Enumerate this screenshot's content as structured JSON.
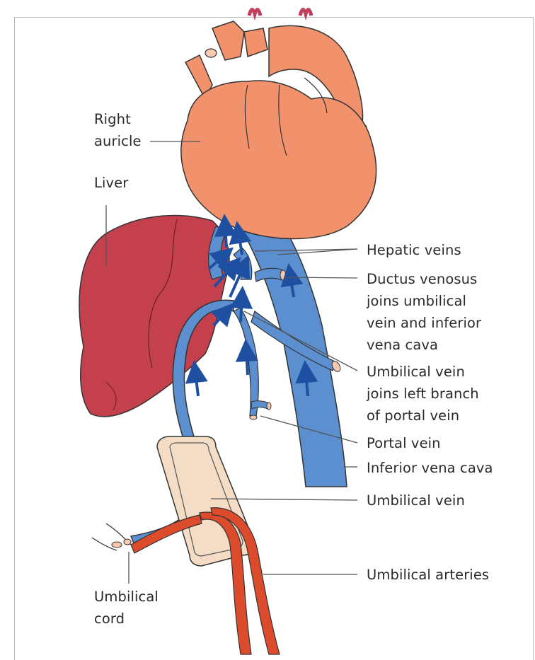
{
  "colors": {
    "heart": "#f2926c",
    "liver": "#c4404c",
    "vein": "#5b8fcf",
    "arrow": "#1f4fa0",
    "artery": "#dc4c2c",
    "cord_pad": "#f5dcc4",
    "leader_line": "#555555",
    "outline": "#333333"
  },
  "labels": {
    "right_auricle": [
      "Right",
      "auricle"
    ],
    "liver": "Liver",
    "hepatic_veins": "Hepatic veins",
    "ductus_venosus": [
      "Ductus venosus",
      "joins umbilical",
      "vein and inferior",
      "vena cava"
    ],
    "umbilical_vein_joins": [
      "Umbilical vein",
      "joins left branch",
      "of portal vein"
    ],
    "portal_vein": "Portal vein",
    "inferior_vena_cava": "Inferior vena cava",
    "umbilical_vein": "Umbilical vein",
    "umbilical_arteries": "Umbilical arteries",
    "umbilical_cord": [
      "Umbilical",
      "cord"
    ]
  }
}
